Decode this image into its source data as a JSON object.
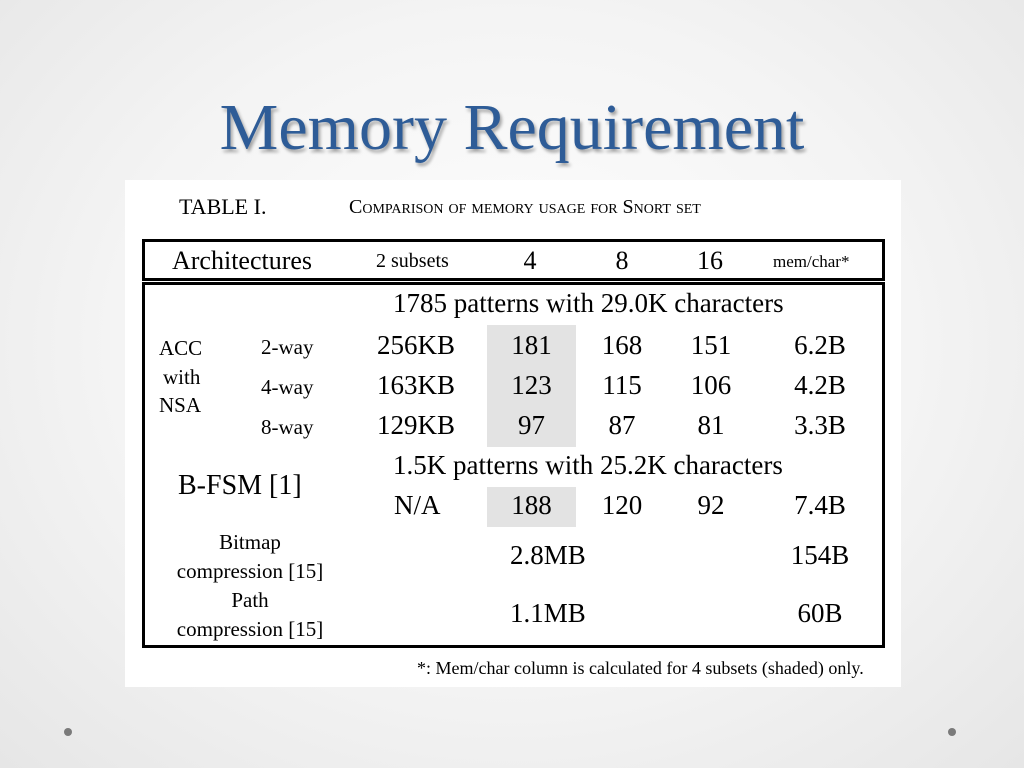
{
  "slide": {
    "title": "Memory Requirement"
  },
  "table": {
    "caption_label": "TABLE I.",
    "caption_text": "Comparison of memory usage for Snort set",
    "header": {
      "architectures": "Architectures",
      "subsets2": "2 subsets",
      "subsets4": "4",
      "subsets8": "8",
      "subsets16": "16",
      "mem_char": "mem/char*"
    },
    "acc_group": {
      "label_line1": "ACC",
      "label_line2": "with",
      "label_line3": "NSA",
      "pattern_note": "1785 patterns with 29.0K characters",
      "rows": [
        {
          "way": "2-way",
          "c2": "256KB",
          "c4": "181",
          "c8": "168",
          "c16": "151",
          "mem": "6.2B"
        },
        {
          "way": "4-way",
          "c2": "163KB",
          "c4": "123",
          "c8": "115",
          "c16": "106",
          "mem": "4.2B"
        },
        {
          "way": "8-way",
          "c2": "129KB",
          "c4": "97",
          "c8": "87",
          "c16": "81",
          "mem": "3.3B"
        }
      ]
    },
    "bfsm": {
      "label": "B-FSM [1]",
      "pattern_note": "1.5K patterns with 25.2K characters",
      "c2": "N/A",
      "c4": "188",
      "c8": "120",
      "c16": "92",
      "mem": "7.4B"
    },
    "bitmap": {
      "label_line1": "Bitmap",
      "label_line2": "compression [15]",
      "value": "2.8MB",
      "mem": "154B"
    },
    "path": {
      "label_line1": "Path",
      "label_line2": "compression [15]",
      "value": "1.1MB",
      "mem": "60B"
    },
    "footnote": "*: Mem/char column is calculated for 4 subsets (shaded) only."
  },
  "colors": {
    "title": "#2e5c97",
    "shade": "#e3e3e3"
  }
}
